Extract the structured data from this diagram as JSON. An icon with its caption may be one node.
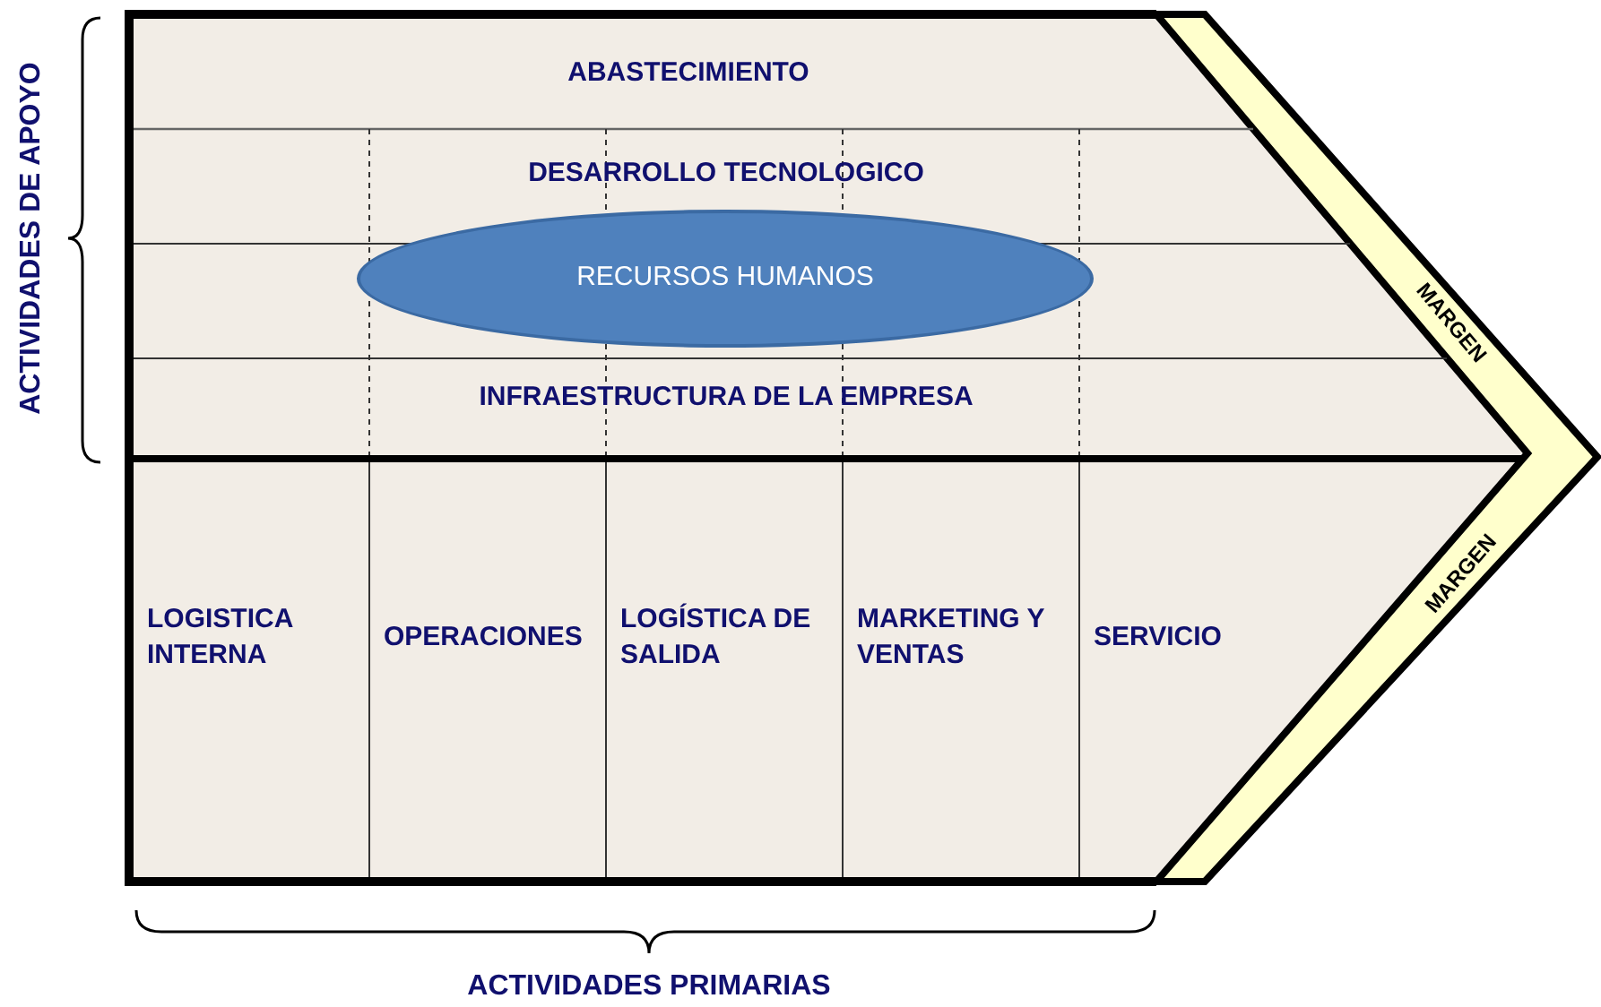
{
  "diagram": {
    "nodes": [
      {
        "text": [
          "ABASTECIMIENTO"
        ]
      },
      {
        "text": [
          "DESARROLLO TECNOLOGICO"
        ]
      },
      {
        "text": [
          "RECURSOS HUMANOS"
        ]
      },
      {
        "text": [
          "INFRAESTRUCTURA DE LA EMPRESA"
        ]
      },
      {
        "text": [
          "LOGISTICA INTERNA"
        ]
      },
      {
        "text": [
          "OPERACIONES"
        ]
      },
      {
        "text": [
          "LOGÍSTICA DE SALIDA"
        ]
      },
      {
        "text": [
          "MARKETING Y VENTAS"
        ]
      },
      {
        "text": [
          "SERVICIO"
        ]
      },
      {
        "text": [
          "MARGEN",
          "MARGEN"
        ]
      }
    ],
    "labels": [
      "ACTIVIDADES DE APOYO",
      "ACTIVIDADES PRIMARIAS"
    ]
  }
}
